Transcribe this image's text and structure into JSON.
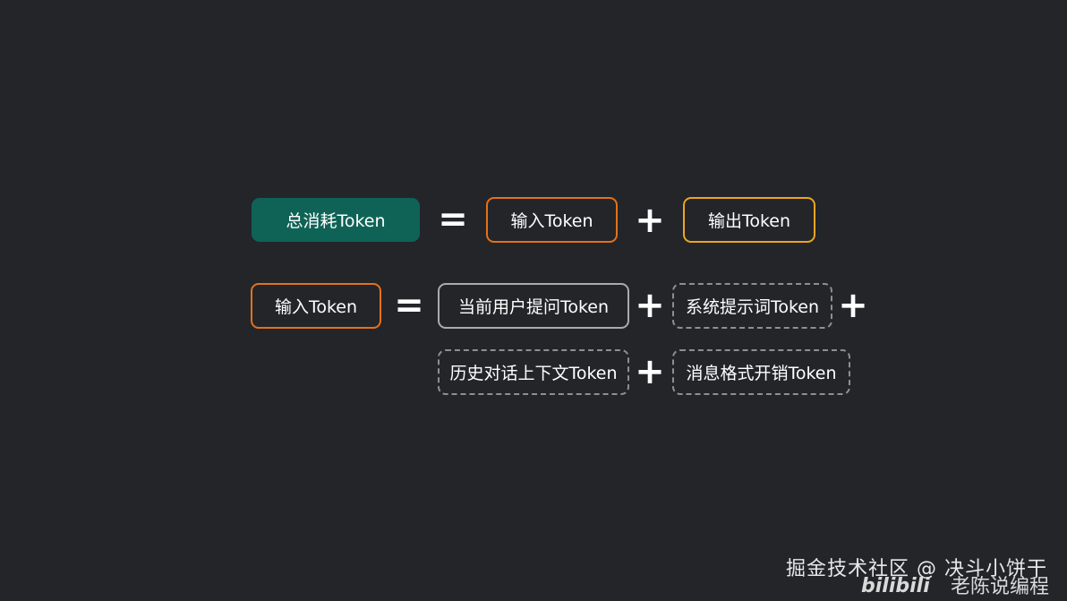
{
  "row1": {
    "total_label": "总消耗Token",
    "equals": "=",
    "input_label": "输入Token",
    "plus": "+",
    "output_label": "输出Token"
  },
  "row2": {
    "input_label": "输入Token",
    "equals": "=",
    "user_prompt_label": "当前用户提问Token",
    "plus1": "+",
    "system_prompt_label": "系统提示词Token",
    "plus2": "+"
  },
  "row3": {
    "history_label": "历史对话上下文Token",
    "plus": "+",
    "format_overhead_label": "消息格式开销Token"
  },
  "watermark": {
    "text": "掘金技术社区 @ 决斗小饼干",
    "bilibili_logo": "bilibili",
    "channel": "老陈说编程"
  },
  "colors": {
    "background": "#232529",
    "teal": "#0f6356",
    "orange": "#e3711c",
    "gold": "#eda51e",
    "gray": "#a9abae",
    "dashed": "#8d8f93"
  }
}
